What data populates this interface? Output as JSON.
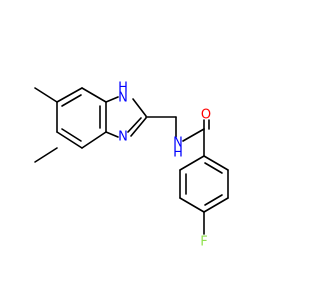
{
  "molecule": {
    "atoms": {
      "nh": {
        "label": "N",
        "sub": "H",
        "color": "#0000FF"
      },
      "n_ring": {
        "label": "N",
        "color": "#0000FF"
      },
      "n_amide": {
        "label": "N",
        "sub": "H",
        "color": "#0000FF"
      },
      "o": {
        "label": "O",
        "color": "#FF0000"
      },
      "f": {
        "label": "F",
        "color": "#90E050"
      }
    },
    "bond_color": "#000000",
    "background": "#ffffff"
  }
}
